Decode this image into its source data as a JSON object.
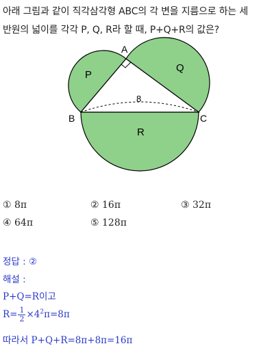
{
  "question": {
    "line1": "아래 그림과 같이 직각삼각형 ABC의 각 변을 지름으로 하는 세",
    "line2": "반원의 넓이를 각각 P, Q, R라 할 때, P+Q+R의 값은?"
  },
  "figure": {
    "labels": {
      "A": "A",
      "B": "B",
      "C": "C",
      "P": "P",
      "Q": "Q",
      "R": "R",
      "bc_length": "8"
    },
    "fill_color": "#8fd08b",
    "stroke_color": "#000000"
  },
  "choices": [
    {
      "marker": "①",
      "text": "8π"
    },
    {
      "marker": "②",
      "text": "16π"
    },
    {
      "marker": "③",
      "text": "32π"
    },
    {
      "marker": "④",
      "text": "64π"
    },
    {
      "marker": "⑤",
      "text": "128π"
    }
  ],
  "solution": {
    "answer_label": "정답 : ②",
    "explanation_label": "해설 :",
    "line1": "P+Q=R이고",
    "line2_prefix": "R=",
    "line2_num": "1",
    "line2_den": "2",
    "line2_suffix_a": "×4",
    "line2_exp": "2",
    "line2_suffix_b": "π=8π",
    "line3": "따라서 P+Q+R=8π+8π=16π",
    "color": "#2a39c9"
  }
}
